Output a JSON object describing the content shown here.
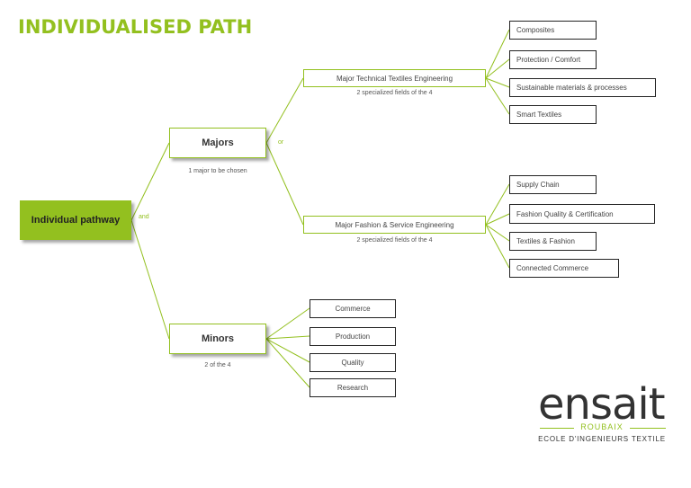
{
  "title": "INDIVIDUALISED PATH",
  "colors": {
    "accent": "#93c01f",
    "text": "#333333",
    "border": "#222222"
  },
  "root": {
    "label": "Individual pathway",
    "connector": "and"
  },
  "majors": {
    "label": "Majors",
    "note": "1 major to be chosen",
    "connector": "or",
    "technical": {
      "label": "Major Technical Textiles Engineering",
      "note": "2 specialized fields of the 4",
      "fields": [
        "Composites",
        "Protection / Comfort",
        "Sustainable materials & processes",
        "Smart Textiles"
      ]
    },
    "fashion": {
      "label": "Major Fashion & Service Engineering",
      "note": "2 specialized fields of the 4",
      "fields": [
        "Supply Chain",
        "Fashion Quality & Certification",
        "Textiles & Fashion",
        "Connected Commerce"
      ]
    }
  },
  "minors": {
    "label": "Minors",
    "note": "2 of the 4",
    "items": [
      "Commerce",
      "Production",
      "Quality",
      "Research"
    ]
  },
  "logo": {
    "name": "ensait",
    "city": "ROUBAIX",
    "subtitle": "ECOLE D'INGENIEURS TEXTILE"
  }
}
